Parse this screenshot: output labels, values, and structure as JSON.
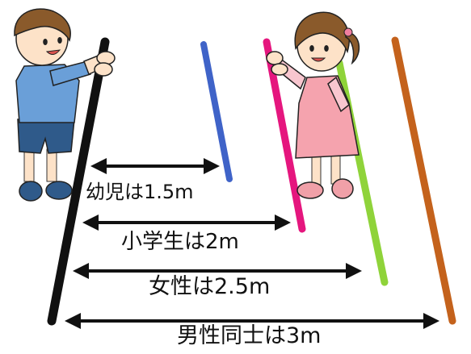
{
  "labels": {
    "infant": "幼児は1.5m",
    "elementary": "小学生は2m",
    "women": "女性は2.5m",
    "men": "男性同士は3m"
  },
  "colors": {
    "black_pole": "#111111",
    "blue_pole": "#3f63c8",
    "pink_pole": "#e5167e",
    "green_pole": "#8fd33a",
    "orange_pole": "#c4621c",
    "arrow": "#111111",
    "boy_shirt": "#6a9fd8",
    "boy_shorts": "#2f5a8a",
    "girl_dress": "#f5a3ae",
    "skin": "#fde2c8",
    "hair": "#8a5a2b"
  }
}
